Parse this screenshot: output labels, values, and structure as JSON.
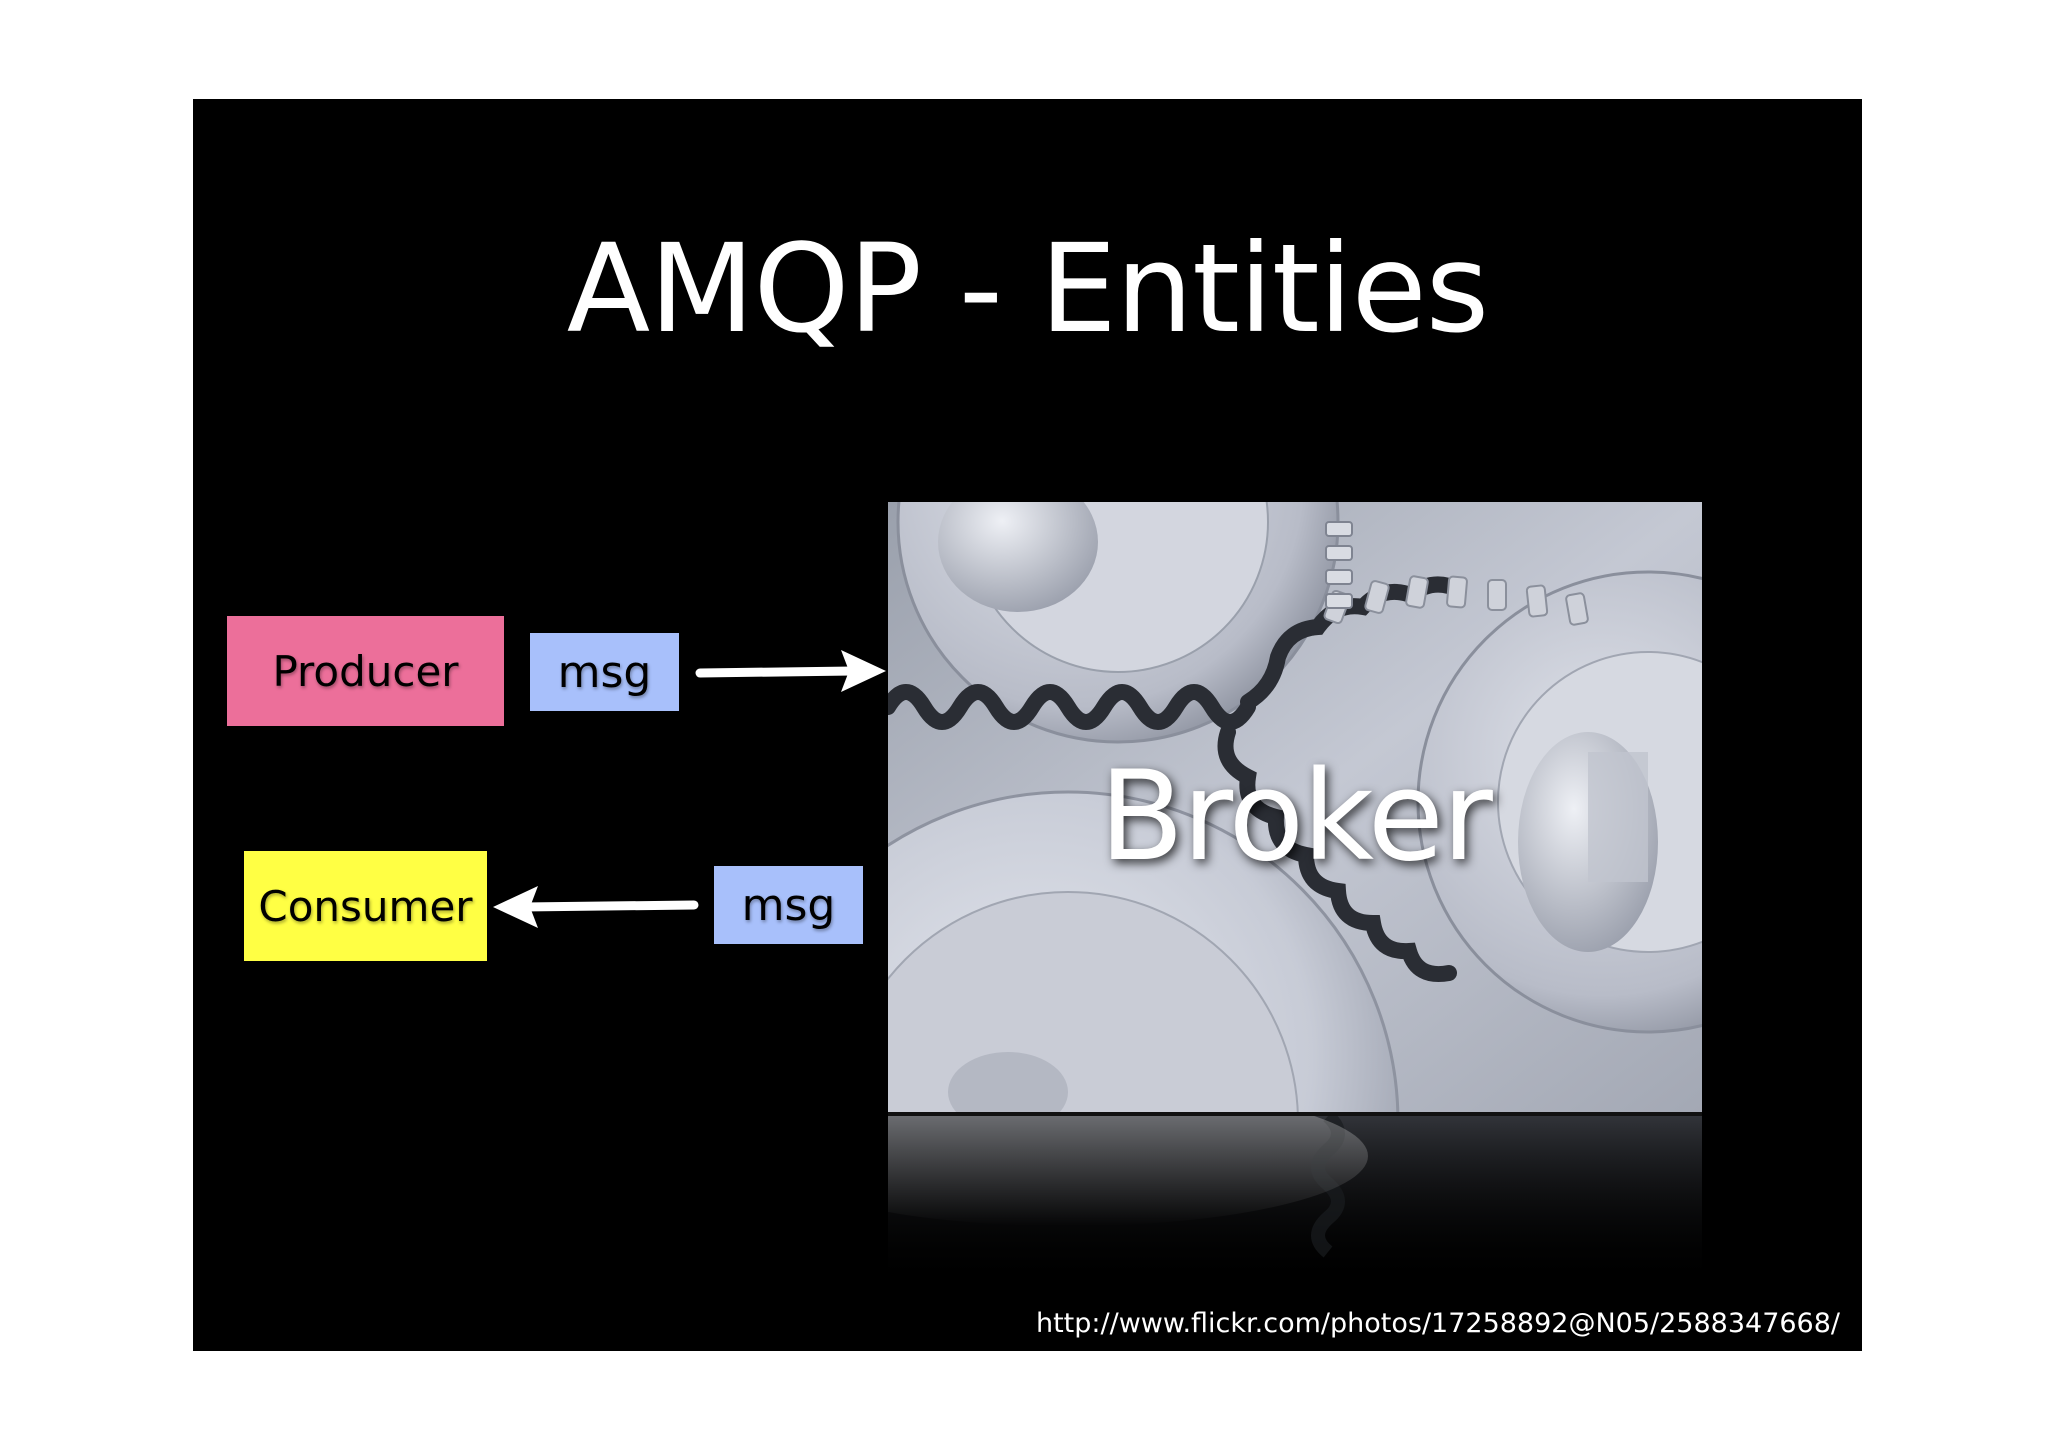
{
  "slide": {
    "title": "AMQP - Entities",
    "producer_label": "Producer",
    "consumer_label": "Consumer",
    "msg_out_label": "msg",
    "msg_in_label": "msg",
    "broker_label": "Broker",
    "photo_credit": "http://www.flickr.com/photos/17258892@N05/2588347668/"
  },
  "colors": {
    "slide_background": "#000000",
    "producer": "#ec6f9a",
    "consumer": "#ffff44",
    "msg": "#a8c0fb",
    "arrow": "#ffffff",
    "text_light": "#ffffff"
  },
  "icons": {
    "broker_image": "gears-image",
    "arrow_out": "arrow-right-icon",
    "arrow_in": "arrow-left-icon"
  }
}
